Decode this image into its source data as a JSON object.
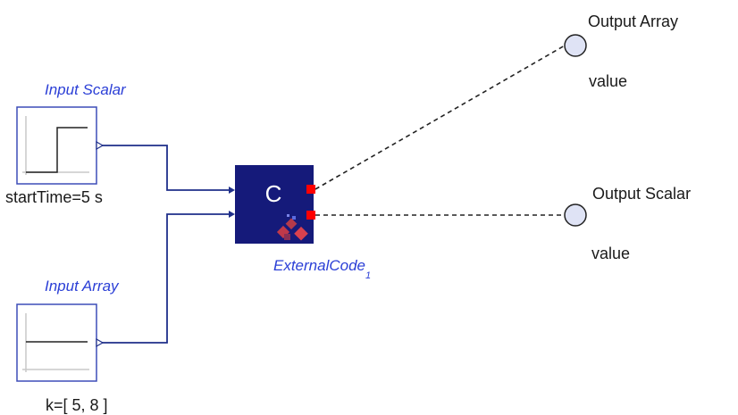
{
  "blocks": {
    "input_scalar": {
      "title": "Input Scalar",
      "param": "startTime=5 s"
    },
    "input_array": {
      "title": "Input Array",
      "param": "k=[ 5, 8 ]"
    },
    "external_code": {
      "glyph": "C",
      "name": "ExternalCode",
      "index": "1"
    },
    "output_array": {
      "title": "Output Array",
      "value": "value"
    },
    "output_scalar": {
      "title": "Output Scalar",
      "value": "value"
    }
  },
  "colors": {
    "block_title": "#2b3fd6",
    "wire": "#1f2f8a",
    "external_block": "#151a7a",
    "port_red": "#ff0000",
    "output_circle_fill": "#dfe3f5"
  }
}
